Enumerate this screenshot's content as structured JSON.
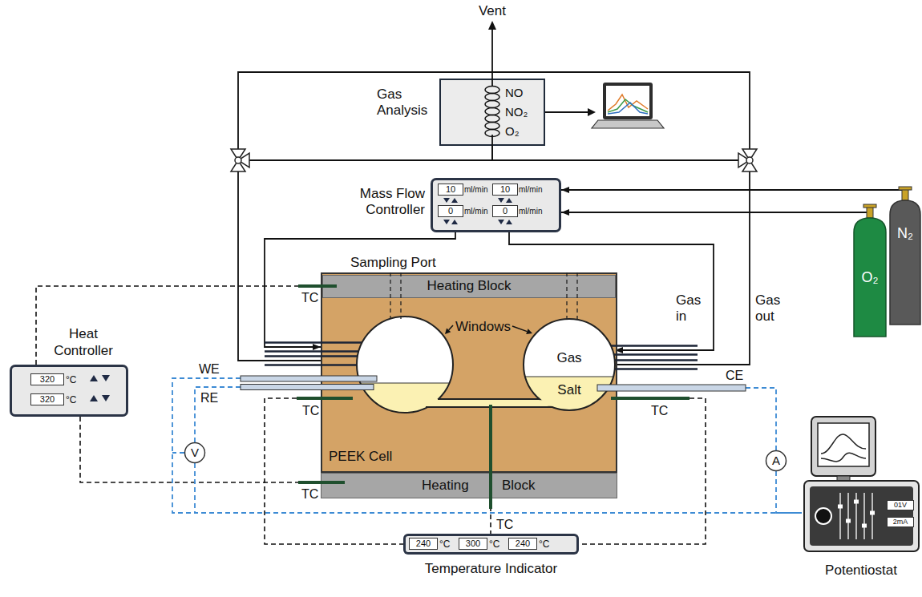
{
  "diagram": {
    "nodes": [
      {
        "text": [
          "Gas Analysis",
          "NO NO₂ O₂"
        ]
      },
      {
        "text": [
          "Mass Flow Controller",
          "10",
          "ml/min",
          "10",
          "ml/min",
          "0",
          "ml/min",
          "0",
          "ml/min"
        ]
      },
      {
        "text": [
          "Heat Controller",
          "320",
          "°C",
          "320",
          "°C"
        ]
      },
      {
        "text": [
          "PEEK Cell",
          "Windows"
        ]
      },
      {
        "text": [
          "Heating Block"
        ],
        "in": 3
      },
      {
        "text": [
          "Gas",
          "Salt"
        ],
        "in": 3
      },
      {
        "text": [
          "Heating",
          "Block"
        ]
      },
      {
        "text": [
          "V"
        ]
      },
      {
        "text": [
          "A"
        ]
      },
      {
        "text": [
          "Potentiostat",
          "01V",
          "2mA"
        ]
      },
      {
        "text": [
          "Temperature Indicator",
          "240",
          "°C",
          "300",
          "°C",
          "240",
          "°C"
        ]
      },
      {
        "text": [
          "O₂"
        ]
      },
      {
        "text": [
          "N₂"
        ]
      }
    ],
    "edges": [
      {
        "from": 12,
        "to": 1,
        "arrow": "to"
      },
      {
        "from": 11,
        "to": 1,
        "arrow": "to"
      },
      {
        "from": 1,
        "to": 3,
        "arrow": "to"
      },
      {
        "from": 1,
        "to": 5,
        "arrow": "to"
      },
      {
        "from": 3,
        "to": 0,
        "arrow": "none"
      },
      {
        "from": 5,
        "to": 0,
        "arrow": "none"
      },
      {
        "from": 2,
        "to": 4,
        "arrow": "none"
      },
      {
        "from": 2,
        "to": 6,
        "arrow": "none"
      },
      {
        "from": 3,
        "to": 10,
        "arrow": "none"
      },
      {
        "from": 6,
        "to": 10,
        "arrow": "none"
      },
      {
        "from": 3,
        "to": 10,
        "arrow": "none"
      },
      {
        "from": 7,
        "to": 9,
        "arrow": "none"
      },
      {
        "from": 8,
        "to": 9,
        "arrow": "none"
      }
    ],
    "labels": [
      "Vent",
      "Sampling Port",
      "TC",
      "Gas in",
      "Gas out",
      "WE",
      "RE",
      "TC",
      "CE",
      "TC",
      "TC",
      "TC"
    ]
  }
}
